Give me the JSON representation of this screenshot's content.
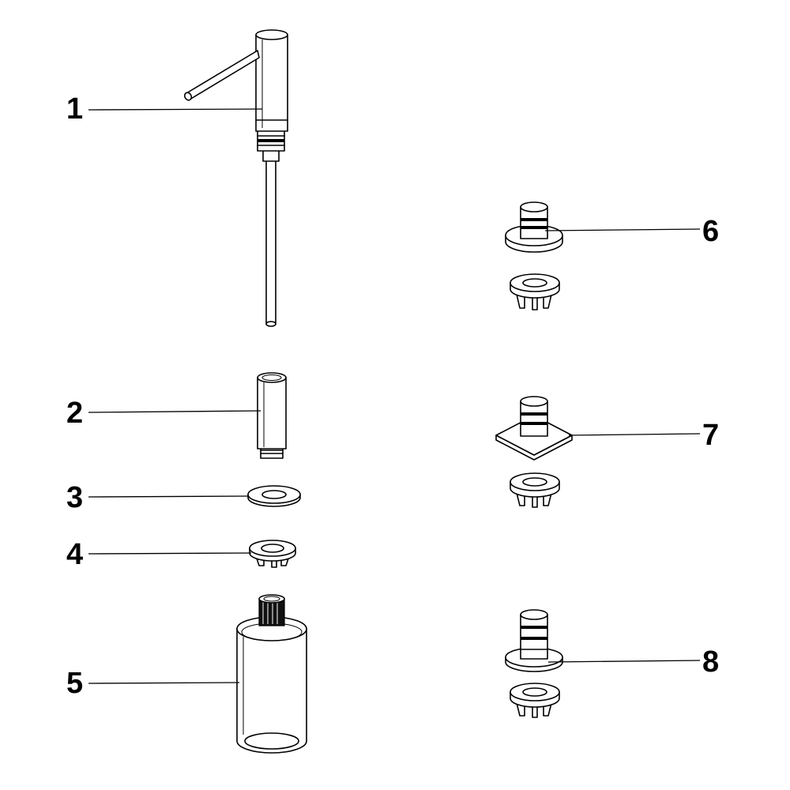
{
  "callouts": [
    {
      "id": "1"
    },
    {
      "id": "2"
    },
    {
      "id": "3"
    },
    {
      "id": "4"
    },
    {
      "id": "5"
    },
    {
      "id": "6"
    },
    {
      "id": "7"
    },
    {
      "id": "8"
    }
  ]
}
